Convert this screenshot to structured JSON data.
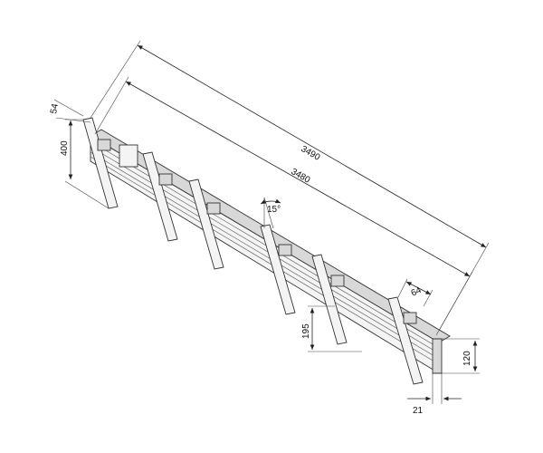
{
  "dimensions": {
    "overall_length": "3490",
    "rail_length": "3480",
    "bracket_height": "400",
    "bracket_offset": "54",
    "tilt_angle": "15°",
    "arm_spacing": "64",
    "lower_height": "195",
    "rail_height": "120",
    "rail_depth": "21"
  }
}
